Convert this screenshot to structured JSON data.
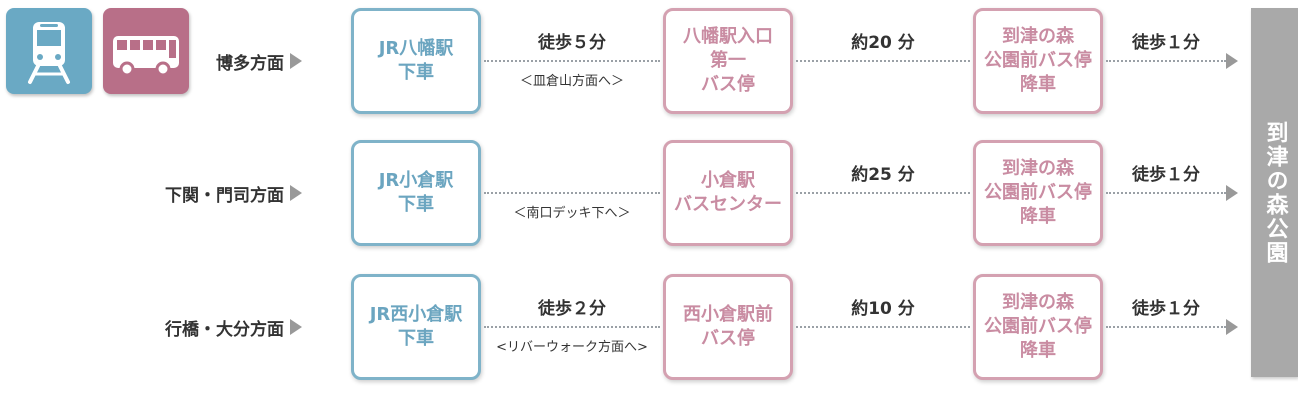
{
  "icons": [
    {
      "name": "train-icon",
      "color": "#6aa9c4"
    },
    {
      "name": "bus-icon",
      "color": "#b86f88"
    }
  ],
  "routes": [
    {
      "direction": "博多方面",
      "start": "JR八幡駅\n下車",
      "leg1_label": "徒歩５分",
      "leg1_note": "＜皿倉山方面へ＞",
      "bus_stop": "八幡駅入口\n第一\nバス停",
      "leg2_label": "約20 分",
      "dest_stop": "到津の森\n公園前バス停\n降車",
      "leg3_label": "徒歩１分"
    },
    {
      "direction": "下関・門司方面",
      "start": "JR小倉駅\n下車",
      "leg1_label": "",
      "leg1_note": "＜南口デッキ下へ＞",
      "bus_stop": "小倉駅\nバスセンター",
      "leg2_label": "約25 分",
      "dest_stop": "到津の森\n公園前バス停\n降車",
      "leg3_label": "徒歩１分"
    },
    {
      "direction": "行橋・大分方面",
      "start": "JR西小倉駅\n下車",
      "leg1_label": "徒歩２分",
      "leg1_note": "<リバーウォーク方面へ>",
      "bus_stop": "西小倉駅前\nバス停",
      "leg2_label": "約10 分",
      "dest_stop": "到津の森\n公園前バス停\n降車",
      "leg3_label": "徒歩１分"
    }
  ],
  "destination": "到津の森公園"
}
